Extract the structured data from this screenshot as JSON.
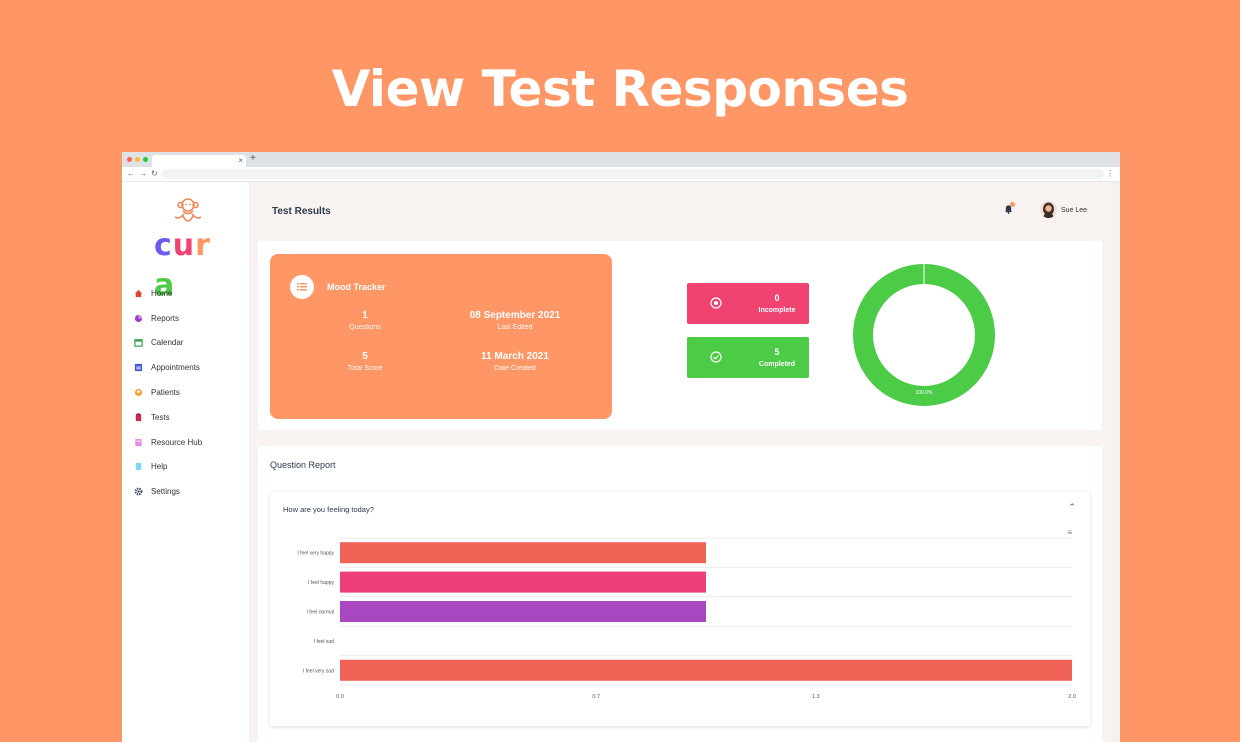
{
  "headline": "View Test Responses",
  "colors": {
    "brand": "#FF9666",
    "incomplete": "#F04372",
    "completed": "#4CCB47"
  },
  "logo": {
    "letters": [
      "c",
      "u",
      "r",
      "a"
    ],
    "colors": [
      "#6A5BF0",
      "#F04372",
      "#FF9666",
      "#4CCB47"
    ]
  },
  "sidebar": {
    "items": [
      {
        "label": "Home",
        "icon": "home-icon",
        "color": "#E8452C"
      },
      {
        "label": "Reports",
        "icon": "pie-chart-icon",
        "color": "#9C3FD0"
      },
      {
        "label": "Calendar",
        "icon": "calendar-icon",
        "color": "#2E9E4E"
      },
      {
        "label": "Appointments",
        "icon": "appointments-icon",
        "color": "#4256D8"
      },
      {
        "label": "Patients",
        "icon": "patients-icon",
        "color": "#F2A13B"
      },
      {
        "label": "Tests",
        "icon": "tests-icon",
        "color": "#C2304E"
      },
      {
        "label": "Resource Hub",
        "icon": "resource-hub-icon",
        "color": "#E58BE6"
      },
      {
        "label": "Help",
        "icon": "help-icon",
        "color": "#7FD7F0"
      },
      {
        "label": "Settings",
        "icon": "gear-icon",
        "color": "#3A4A68"
      }
    ]
  },
  "header": {
    "title": "Test Results",
    "user_name": "Sue Lee"
  },
  "test": {
    "name": "Mood Tracker",
    "stats": [
      {
        "value": "1",
        "label": "Questions"
      },
      {
        "value": "08 September 2021",
        "label": "Last Edited"
      },
      {
        "value": "5",
        "label": "Total Score"
      },
      {
        "value": "11 March 2021",
        "label": "Date Created"
      }
    ]
  },
  "responses": {
    "incomplete": {
      "value": "0",
      "label": "Incomplete"
    },
    "completed": {
      "value": "5",
      "label": "Completed"
    },
    "donut_label": "100.0%",
    "completed_fraction": 1.0
  },
  "question_report": {
    "title": "Question Report",
    "question": "How are you feeling today?"
  },
  "chart_data": {
    "type": "bar",
    "orientation": "horizontal",
    "categories": [
      "I feel very happy",
      "I feel happy",
      "I feel normal",
      "I feel sad",
      "I feel very sad"
    ],
    "values": [
      1,
      1,
      1,
      0,
      2
    ],
    "colors": [
      "#F06356",
      "#EE4078",
      "#A947C0",
      "#F06356",
      "#F06356"
    ],
    "x_ticks": [
      "0.0",
      "0.7",
      "1.3",
      "2.0"
    ],
    "xlim": [
      0,
      2
    ],
    "grid": true
  }
}
